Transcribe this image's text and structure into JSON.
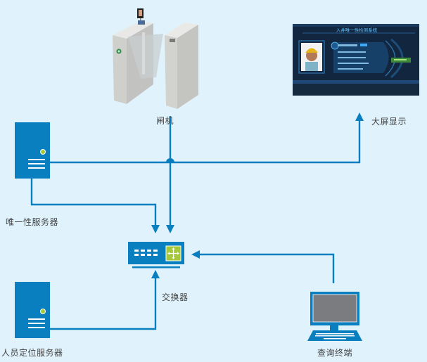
{
  "colors": {
    "background": "#e0f3fc",
    "line": "#0a7fbf",
    "device_blue": "#0a7fbf",
    "indicator_green": "#a6c93a",
    "screen_gray": "#7b7c80"
  },
  "nodes": {
    "gate": {
      "label": "闸机",
      "icon": "turnstile-gate-icon"
    },
    "big_screen": {
      "label": "大屏显示",
      "icon": "display-screen-icon",
      "screen_title": "入井唯一性检测系统"
    },
    "unique_server": {
      "label": "唯一性服务器",
      "icon": "server-icon"
    },
    "switch": {
      "label": "交换器",
      "icon": "network-switch-icon"
    },
    "positioning_server": {
      "label": "人员定位服务器",
      "icon": "server-icon"
    },
    "query_terminal": {
      "label": "查询终端",
      "icon": "computer-terminal-icon"
    }
  },
  "connections": [
    {
      "from": "unique_server",
      "to": "big_screen"
    },
    {
      "from": "unique_server",
      "to": "switch"
    },
    {
      "from": "gate",
      "to": "switch"
    },
    {
      "from": "positioning_server",
      "to": "switch"
    },
    {
      "from": "query_terminal",
      "to": "switch"
    }
  ]
}
